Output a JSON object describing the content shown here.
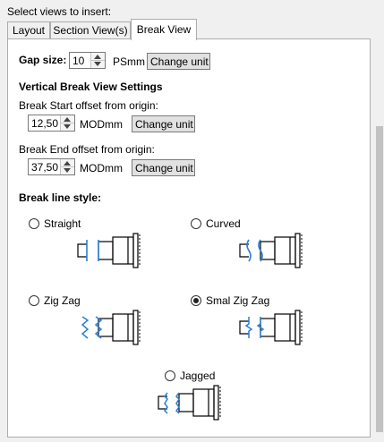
{
  "header": {
    "select_views_label": "Select views to insert:"
  },
  "tabs": [
    {
      "label": "Layout",
      "selected": false
    },
    {
      "label": "Section View(s)",
      "selected": false
    },
    {
      "label": "Break View",
      "selected": true
    }
  ],
  "gap": {
    "label": "Gap size:",
    "value": "10",
    "unit": "PSmm",
    "change_unit": "Change unit"
  },
  "vertical": {
    "heading": "Vertical Break View Settings",
    "start_label": "Break Start offset from origin:",
    "start_value": "12,50",
    "start_unit": "MODmm",
    "start_change_unit": "Change unit",
    "end_label": "Break End offset from origin:",
    "end_value": "37,50",
    "end_unit": "MODmm",
    "end_change_unit": "Change unit"
  },
  "break_line": {
    "heading": "Break line style:",
    "options": [
      {
        "label": "Straight",
        "selected": false
      },
      {
        "label": "Curved",
        "selected": false
      },
      {
        "label": "Zig Zag",
        "selected": false
      },
      {
        "label": "Smal Zig Zag",
        "selected": true
      },
      {
        "label": "Jagged",
        "selected": false
      }
    ]
  },
  "colors": {
    "break_line": "#2b7fd6",
    "part_line": "#000000",
    "accent": "#0078d7"
  }
}
